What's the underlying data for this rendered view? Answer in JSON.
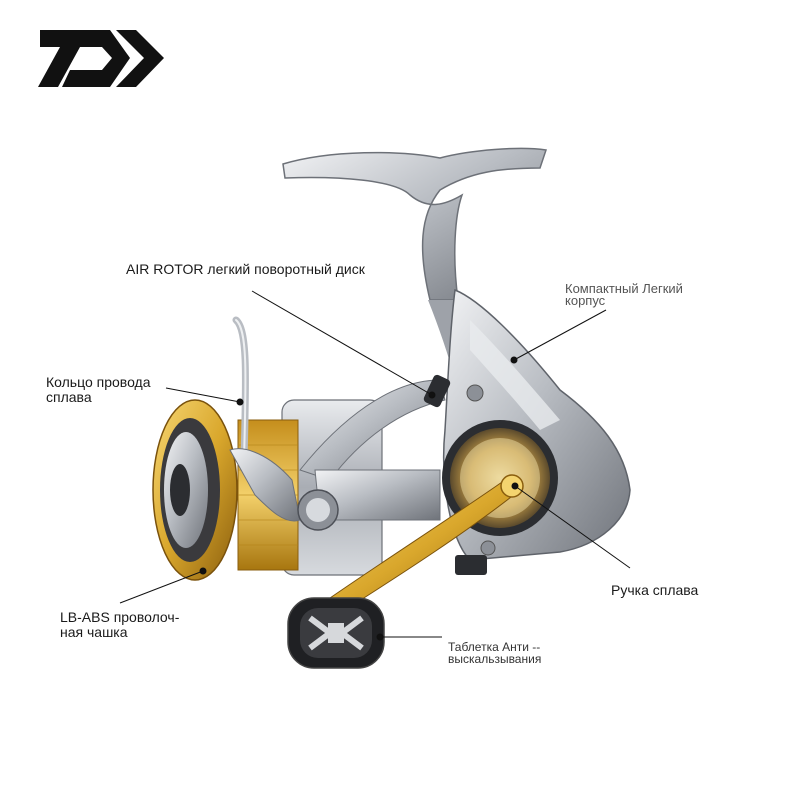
{
  "brand": {
    "logo_text": "D",
    "logo_color": "#111111"
  },
  "product": {
    "type": "spinning-reel",
    "colors": {
      "silver": "#c9ccd0",
      "silver_dark": "#7d8188",
      "gold": "#d9a72c",
      "gold_dark": "#9a6d12",
      "black": "#222222"
    }
  },
  "callouts": {
    "air_rotor": "AIR ROTOR легкий поворотный диск",
    "compact_body_line1": "Компактный Легкий",
    "compact_body_line2": "корпус",
    "line_roller_line1": "Кольцо провода",
    "line_roller_line2": "сплава",
    "handle": "Ручка сплава",
    "spool_line1": "LB-ABS проволоч-",
    "spool_line2": "ная чашка",
    "knob_line1": "Таблетка Анти --",
    "knob_line2": "выскальзывания"
  }
}
